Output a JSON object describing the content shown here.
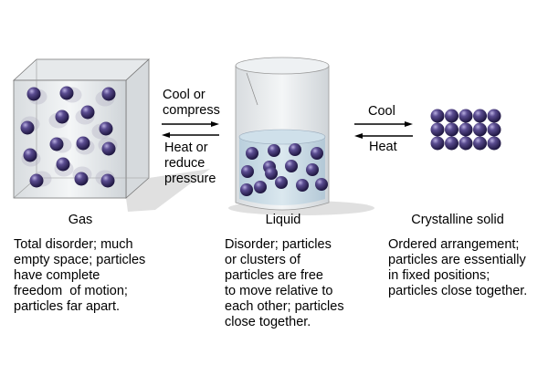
{
  "arrows_gas_liquid": {
    "forward": [
      "Cool or",
      "compress"
    ],
    "reverse": [
      "Heat or",
      "reduce",
      "pressure"
    ]
  },
  "arrows_liquid_solid": {
    "forward": [
      "Cool"
    ],
    "reverse": [
      "Heat"
    ]
  },
  "states": [
    {
      "label": "Gas",
      "description": [
        "Total disorder; much",
        "empty space; particles",
        "have complete",
        "freedom  of motion;",
        "particles far apart."
      ]
    },
    {
      "label": "Liquid",
      "description": [
        "Disorder; particles",
        "or clusters of",
        "particles are free",
        "to move relative to",
        "each other; particles",
        "close together."
      ]
    },
    {
      "label": "Crystalline solid",
      "description": [
        "Ordered arrangement;",
        "particles are essentially",
        "in fixed positions;",
        "particles close together."
      ]
    }
  ],
  "colors": {
    "particle": "#4a3d7a",
    "glass": "#e4e8ec"
  }
}
